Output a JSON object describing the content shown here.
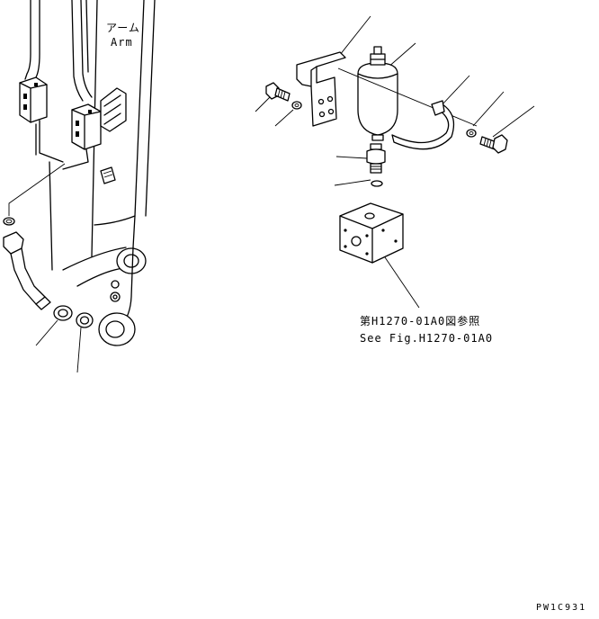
{
  "labels": {
    "arm_jp": "アーム",
    "arm_en": "Arm",
    "ref_jp": "第H1270-01A0図参照",
    "ref_en": "See Fig.H1270-01A0",
    "code": "PW1C931"
  }
}
